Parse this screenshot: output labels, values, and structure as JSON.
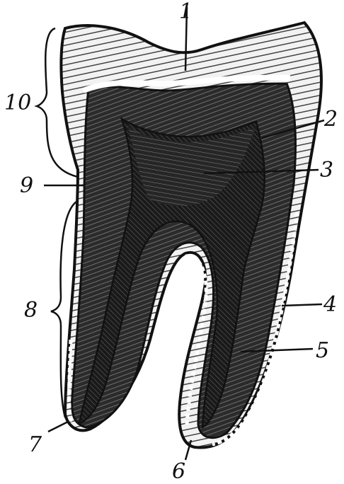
{
  "labels": {
    "l1": "1",
    "l2": "2",
    "l3": "3",
    "l4": "4",
    "l5": "5",
    "l6": "6",
    "l7": "7",
    "l8": "8",
    "l9": "9",
    "l10": "10"
  },
  "colors": {
    "ink": "#111111",
    "enamel": "#e9e9e9",
    "dentin": "#3a3a3a",
    "pulp": "#1c1c1c",
    "background": "#ffffff"
  }
}
